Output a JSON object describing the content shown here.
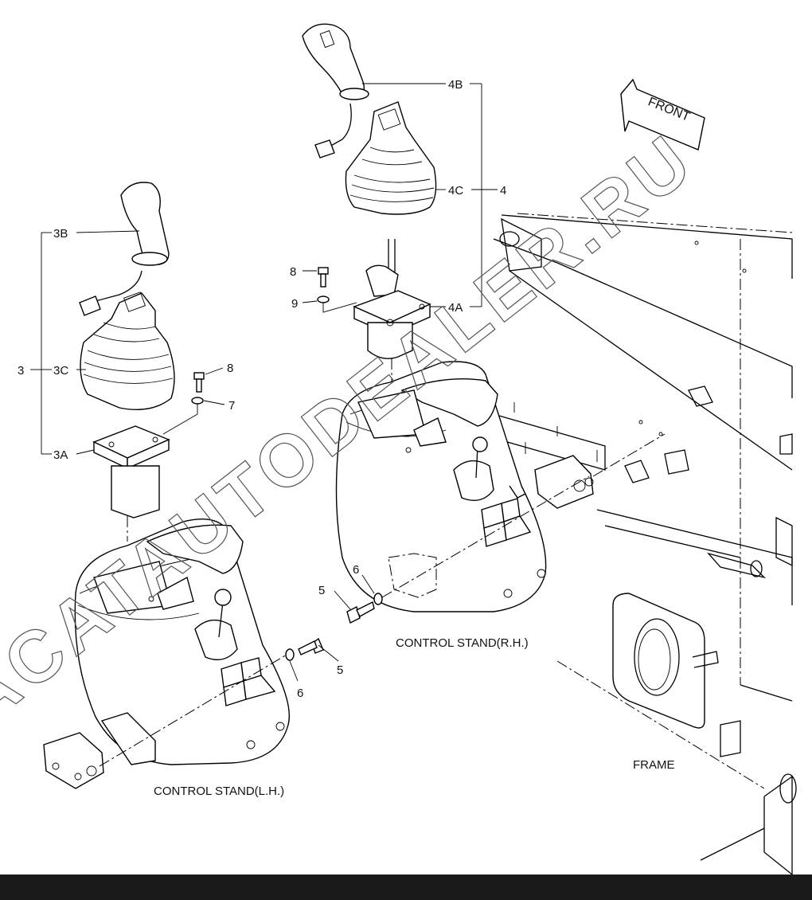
{
  "watermark": "ACATAUTODEALER.RU",
  "front_arrow": "FRONT",
  "captions": {
    "left_stand": "CONTROL STAND(L.H.)",
    "right_stand": "CONTROL STAND(R.H.)",
    "frame": "FRAME"
  },
  "callouts": {
    "c3": "3",
    "c3A": "3A",
    "c3B": "3B",
    "c3C": "3C",
    "c4": "4",
    "c4A": "4A",
    "c4B": "4B",
    "c4C": "4C",
    "c5_left": "5",
    "c5_right": "5",
    "c6_left": "6",
    "c6_right": "6",
    "c7": "7",
    "c8_left": "8",
    "c8_right": "8",
    "c9": "9"
  }
}
